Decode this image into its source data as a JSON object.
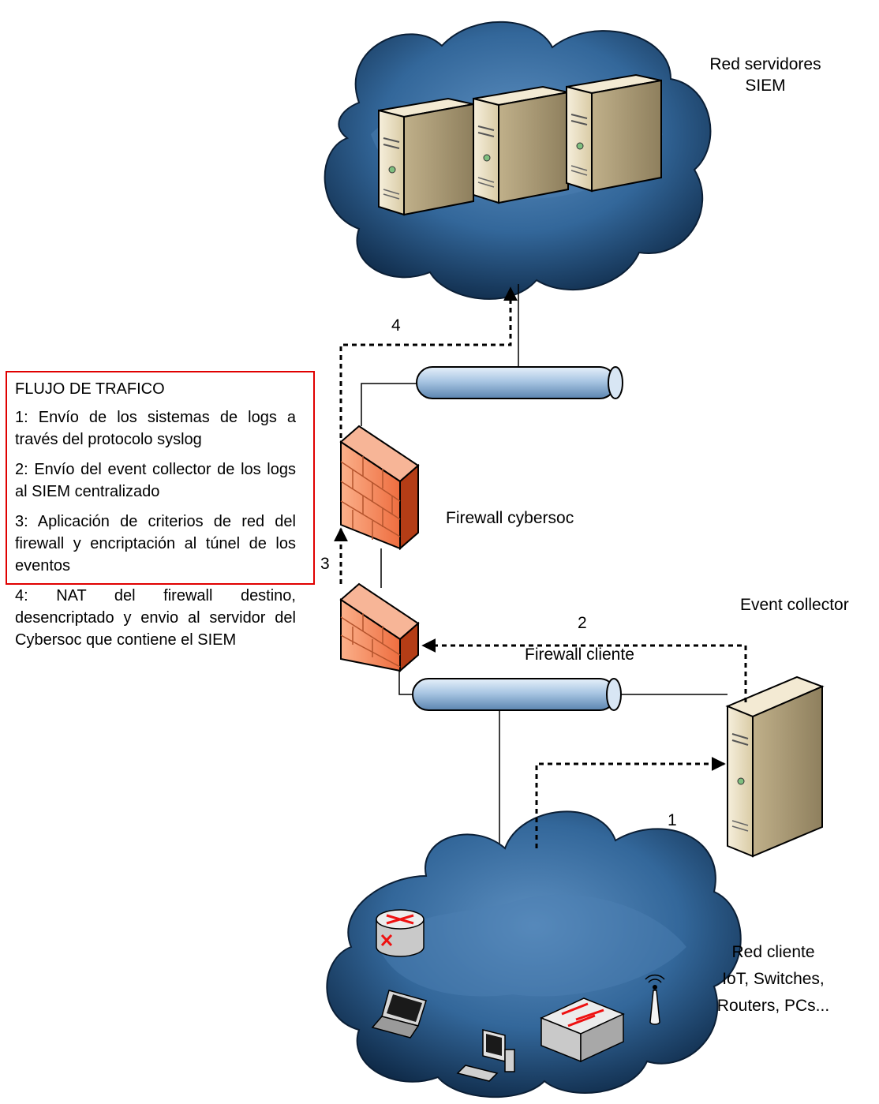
{
  "labels": {
    "siem_network": [
      "Red servidores",
      "SIEM"
    ],
    "firewall_cybersoc": "Firewall cybersoc",
    "firewall_client": "Firewall cliente",
    "event_collector": "Event collector",
    "client_network": [
      "Red cliente",
      "IoT, Switches,",
      "Routers, PCs..."
    ]
  },
  "flow_numbers": {
    "f1": "1",
    "f2": "2",
    "f3": "3",
    "f4": "4"
  },
  "legend": {
    "title": "FLUJO DE TRAFICO",
    "items": [
      "1: Envío de los sistemas de logs a través del protocolo syslog",
      "2: Envío del event collector de los logs al SIEM centralizado",
      "3: Aplicación de criterios de red del firewall y encriptación al túnel de los eventos",
      "4: NAT del firewall destino, desencriptado y envio al servidor del Cybersoc que contiene el SIEM"
    ]
  },
  "colors": {
    "legend_border": "#e00000",
    "cloud": "#2c5a86",
    "pipe": "#a9c6e3",
    "firewall": "#f08050"
  }
}
